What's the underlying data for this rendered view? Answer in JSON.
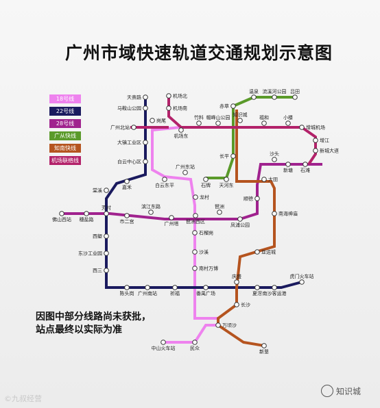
{
  "title": "广州市域快速轨道交通规划示意图",
  "legend": [
    {
      "label": "18号线",
      "color": "#ee82ee"
    },
    {
      "label": "22号线",
      "color": "#1a1a5e"
    },
    {
      "label": "28号线",
      "color": "#a0228e"
    },
    {
      "label": "广从快线",
      "color": "#5a9a2a"
    },
    {
      "label": "知南快线",
      "color": "#b5541f"
    },
    {
      "label": "机场联络线",
      "color": "#b3226a"
    }
  ],
  "note": [
    "因图中部分线路尚未获批，",
    "站点最终以实际为准"
  ],
  "watermark_left": "©九叔经营",
  "watermark_right": "知识城",
  "stations": [
    "天贵路",
    "马鞍山公园",
    "广州北站",
    "岗尾",
    "机场北",
    "机场南",
    "机场东",
    "竹料",
    "帽峰山公园",
    "知识城",
    "福和",
    "小楼",
    "增城机场",
    "增江",
    "新城大道",
    "温泉",
    "流溪河公园",
    "吕田",
    "赤草",
    "大镇工业区",
    "白云中心区",
    "长平",
    "嘉禾",
    "白云东平",
    "广州东站",
    "石牌",
    "天河东",
    "沙头",
    "新塘",
    "石滩",
    "大田",
    "棠溪",
    "龙村",
    "佛山西站",
    "穗盐路",
    "芳村",
    "市二宫",
    "滨江东路",
    "广州塔",
    "琶洲西区",
    "琶洲",
    "凤浦公园",
    "南海神庙",
    "顺德",
    "石榴岗",
    "西塱",
    "沙溪",
    "东沙工业园",
    "亚运城",
    "南村万博",
    "西三",
    "陈头岗",
    "广州南站",
    "祈福",
    "番禺广场",
    "庆盛",
    "夏滘",
    "南沙客运港",
    "虎门火车站",
    "长沙",
    "万顷沙",
    "中山火车站",
    "民众",
    "新垦"
  ]
}
